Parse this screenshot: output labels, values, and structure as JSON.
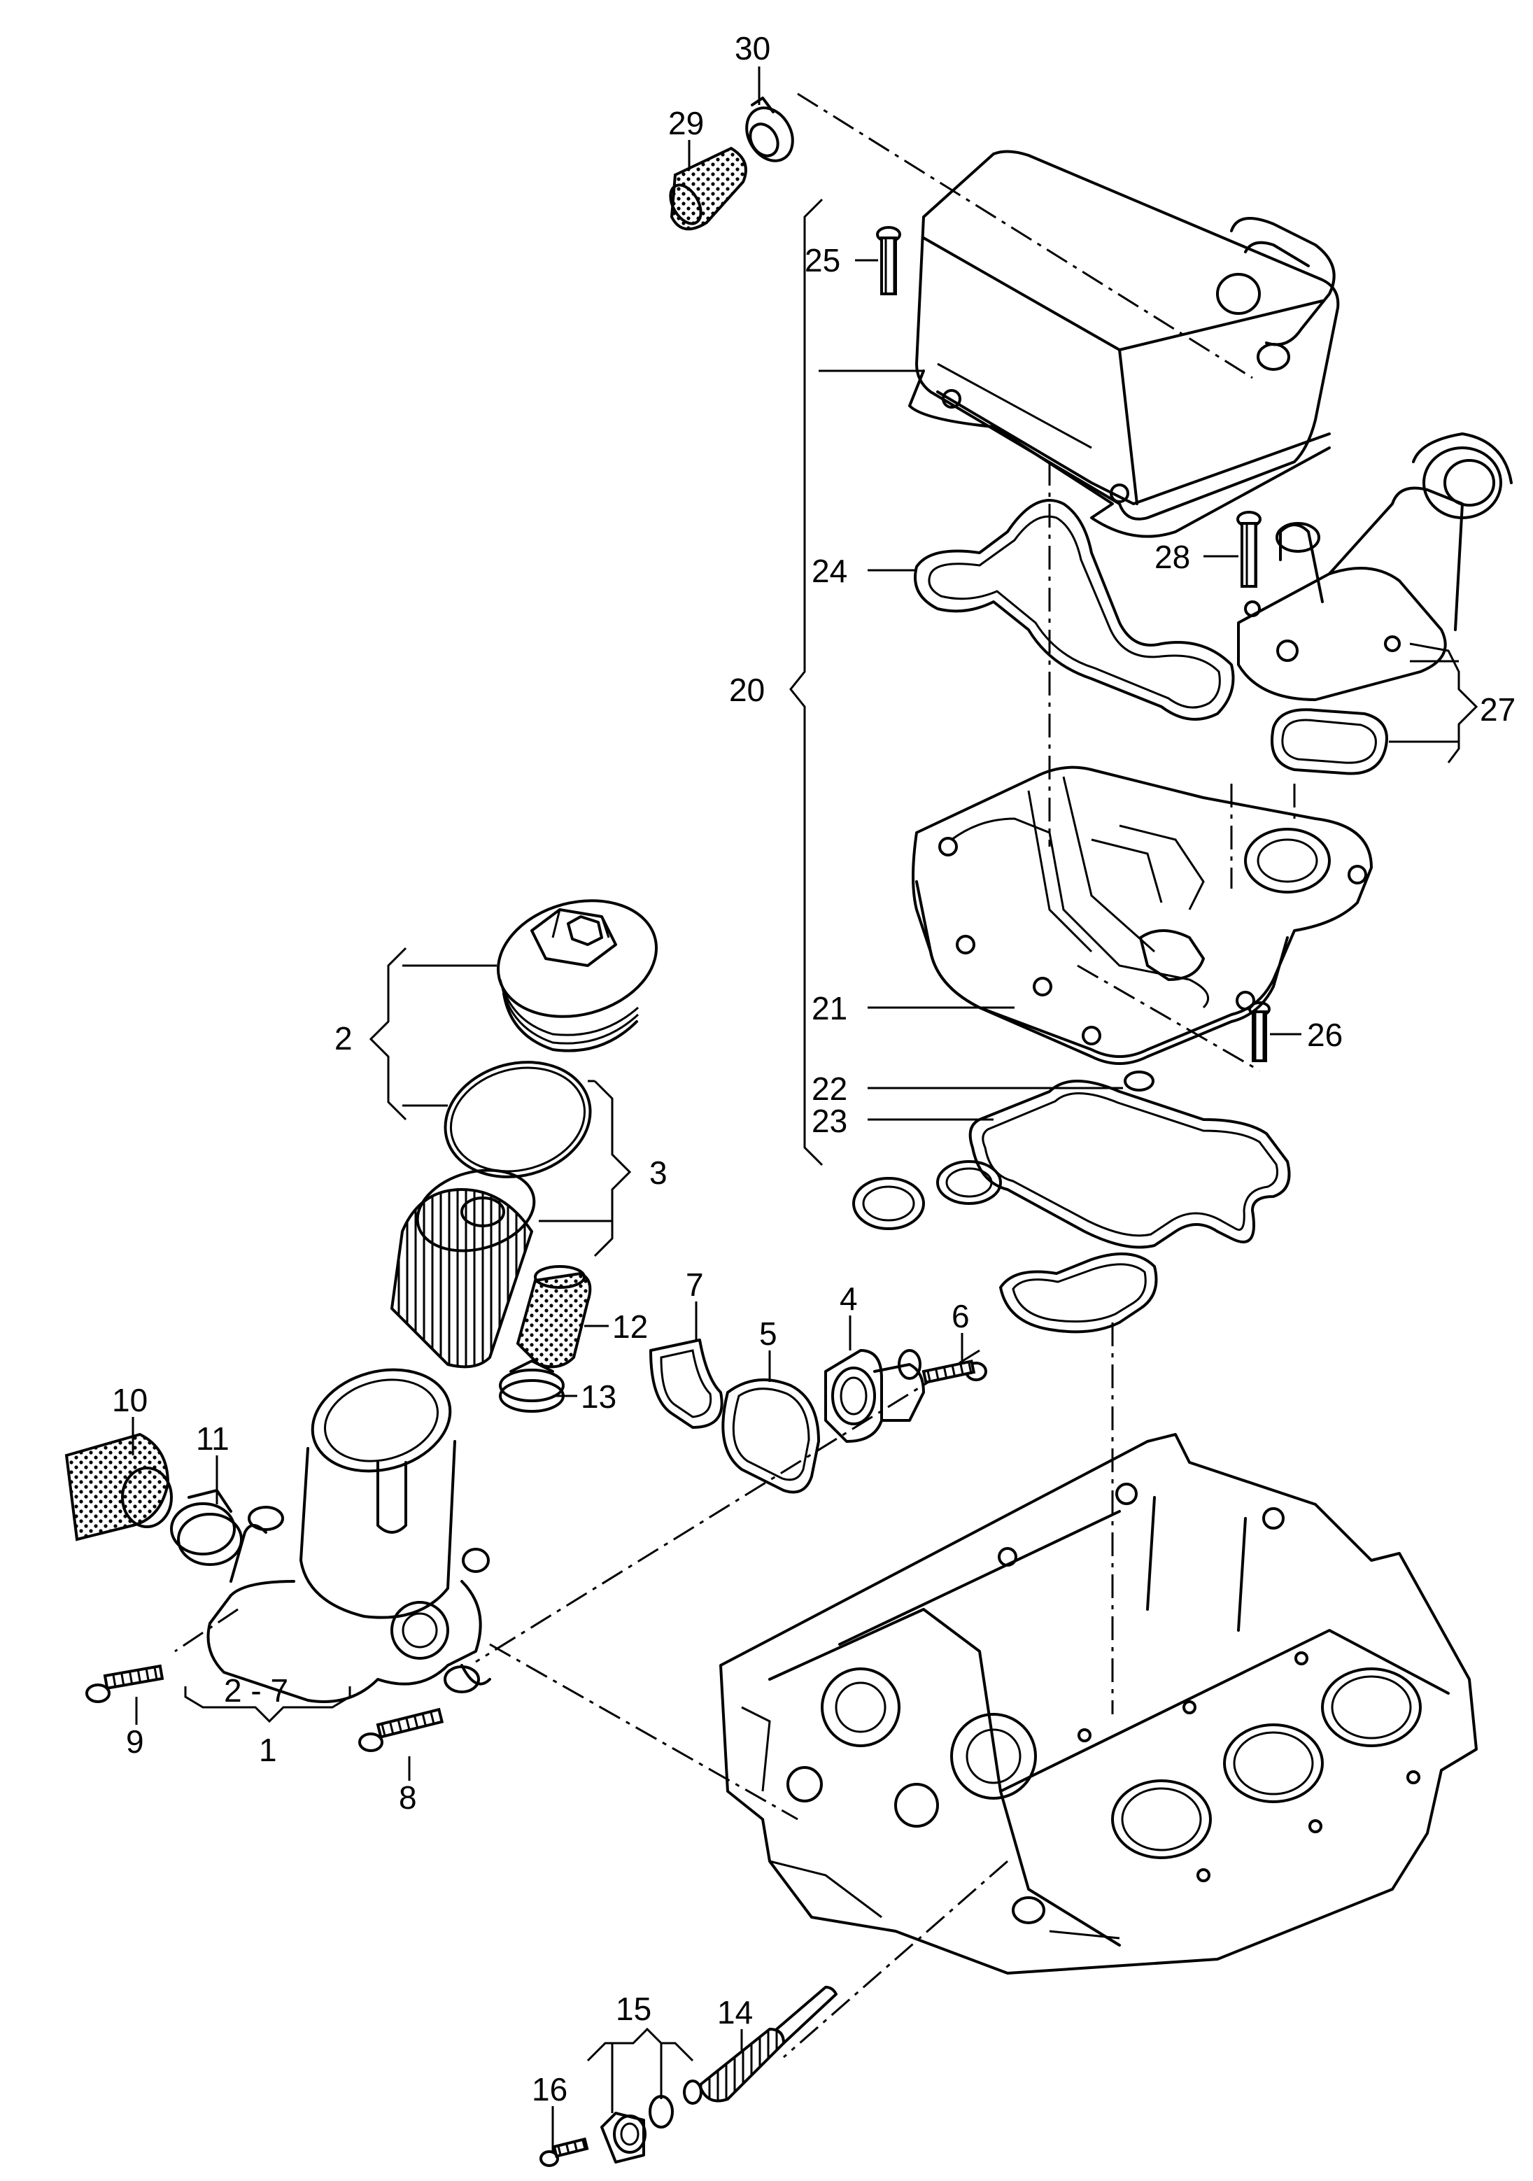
{
  "callouts": {
    "c1": "1",
    "c2": "2",
    "c2_7": "2 - 7",
    "c3": "3",
    "c4": "4",
    "c5": "5",
    "c6": "6",
    "c7": "7",
    "c8": "8",
    "c9": "9",
    "c10": "10",
    "c11": "11",
    "c12": "12",
    "c13": "13",
    "c14": "14",
    "c15": "15",
    "c16": "16",
    "c20": "20",
    "c21": "21",
    "c22": "22",
    "c23": "23",
    "c24": "24",
    "c25": "25",
    "c26": "26",
    "c27": "27",
    "c28": "28",
    "c29": "29",
    "c30": "30"
  }
}
